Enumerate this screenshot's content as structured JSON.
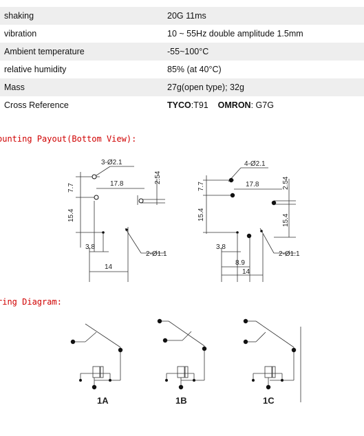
{
  "specs": [
    {
      "label": "shaking",
      "value": "20G 11ms"
    },
    {
      "label": "vibration",
      "value": "10 ~ 55Hz double amplitude 1.5mm"
    },
    {
      "label": "Ambient temperature",
      "value": "-55~100°C"
    },
    {
      "label": "relative humidity",
      "value": "85% (at 40°C)"
    },
    {
      "label": "Mass",
      "value": "27g(open type); 32g"
    },
    {
      "label": "Cross Reference",
      "brand1": "TYCO",
      "part1": ":T91",
      "brand2": "OMRON",
      "part2": ": G7G"
    }
  ],
  "mounting": {
    "title": "ounting Payout(Bottom View):",
    "left": {
      "hole": "3-Ø2.1",
      "d177": "7.7",
      "d178": "17.8",
      "d254": "2.54",
      "d154": "15.4",
      "d38": "3.8",
      "d14": "14",
      "pin": "2-Ø1.1"
    },
    "right": {
      "hole": "4-Ø2.1",
      "d77": "7.7",
      "d178": "17.8",
      "d254": "2.54",
      "d154a": "15.4",
      "d154b": "15.4",
      "d38": "3.8",
      "d89": "8.9",
      "d14": "14",
      "pin": "2-Ø1.1"
    }
  },
  "wiring": {
    "title": "ring Diagram:",
    "labels": [
      "1A",
      "1B",
      "1C"
    ]
  }
}
